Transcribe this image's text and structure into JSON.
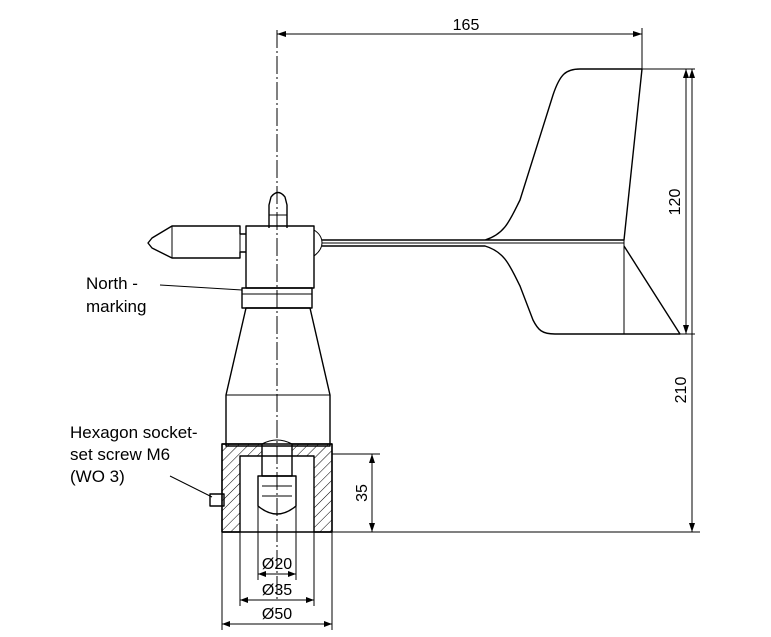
{
  "dimensions": {
    "overall_width": "165",
    "vane_height": "120",
    "total_height": "210",
    "base_height": "35",
    "dia_20": "Ø20",
    "dia_35": "Ø35",
    "dia_50": "Ø50"
  },
  "labels": {
    "north_line1": "North -",
    "north_line2": "marking",
    "screw_line1": "Hexagon socket-",
    "screw_line2": "set screw  M6",
    "screw_line3": "(WO 3)"
  },
  "colors": {
    "stroke": "#000000",
    "background": "#ffffff"
  }
}
